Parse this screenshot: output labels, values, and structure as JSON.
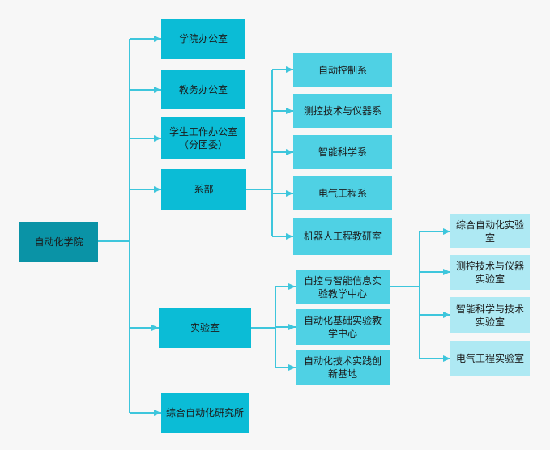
{
  "root": "自动化学院",
  "departments": [
    "学院办公室",
    "教务办公室",
    "学生工作办公室（分团委）",
    "系部",
    "实验室",
    "综合自动化研究所"
  ],
  "faculties": [
    "自动控制系",
    "测控技术与仪器系",
    "智能科学系",
    "电气工程系",
    "机器人工程教研室"
  ],
  "lab_centers": [
    "自控与智能信息实验教学中心",
    "自动化基础实验教学中心",
    "自动化技术实践创新基地"
  ],
  "labs": [
    "综合自动化实验室",
    "测控技术与仪器实验室",
    "智能科学与技术实验室",
    "电气工程实验室"
  ],
  "colors": {
    "line": "#3ec6dc",
    "root": "#0a93a6",
    "level1": "#0bbcd6",
    "level2": "#4fd1e4",
    "level3": "#aee9f3"
  }
}
